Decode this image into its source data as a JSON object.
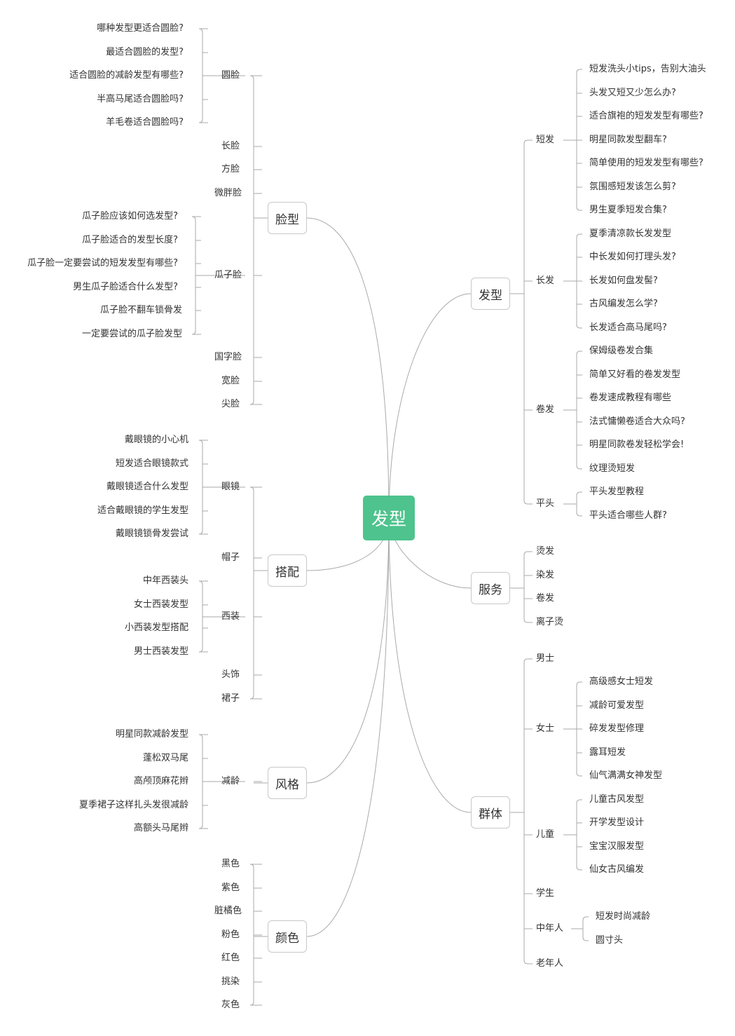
{
  "root": {
    "label": "发型"
  },
  "branches": {
    "face": {
      "label": "脸型",
      "round": {
        "label": "圆脸",
        "items": [
          "哪种发型更适合圆脸?",
          "最适合圆脸的发型?",
          "适合圆脸的减龄发型有哪些?",
          "半高马尾适合圆脸吗?",
          "羊毛卷适合圆脸吗?"
        ]
      },
      "long": "长脸",
      "square": "方脸",
      "chubby": "微胖脸",
      "oval": {
        "label": "瓜子脸",
        "items": [
          "瓜子脸应该如何选发型?",
          "瓜子脸适合的发型长度?",
          "瓜子脸一定要尝试的短发发型有哪些?",
          "男生瓜子脸适合什么发型?",
          "瓜子脸不翻车锁骨发",
          "一定要尝试的瓜子脸发型"
        ]
      },
      "guozi": "国字脸",
      "wide": "宽脸",
      "pointed": "尖脸"
    },
    "match": {
      "label": "搭配",
      "glasses": {
        "label": "眼镜",
        "items": [
          "戴眼镜的小心机",
          "短发适合眼镜款式",
          "戴眼镜适合什么发型",
          "适合戴眼镜的学生发型",
          "戴眼镜锁骨发尝试"
        ]
      },
      "hat": "帽子",
      "suit": {
        "label": "西装",
        "items": [
          "中年西装头",
          "女士西装发型",
          "小西装发型搭配",
          "男士西装发型"
        ]
      },
      "headwear": "头饰",
      "skirt": "裙子"
    },
    "style": {
      "label": "风格",
      "young": {
        "label": "减龄",
        "items": [
          "明星同款减龄发型",
          "蓬松双马尾",
          "高颅顶麻花辫",
          "夏季裙子这样扎头发很减龄",
          "高额头马尾辫"
        ]
      }
    },
    "color": {
      "label": "颜色",
      "items": [
        "黑色",
        "紫色",
        "脏橘色",
        "粉色",
        "红色",
        "挑染",
        "灰色"
      ]
    },
    "hairstyle": {
      "label": "发型",
      "short": {
        "label": "短发",
        "items": [
          "短发洗头小tips，告别大油头",
          "头发又短又少怎么办?",
          "适合旗袍的短发发型有哪些?",
          "明星同款发型翻车?",
          "简单使用的短发发型有哪些?",
          "氛围感短发该怎么剪?",
          "男生夏季短发合集?"
        ]
      },
      "longhair": {
        "label": "长发",
        "items": [
          "夏季清凉款长发发型",
          "中长发如何打理头发?",
          "长发如何盘发髻?",
          "古风编发怎么学?",
          "长发适合高马尾吗?"
        ]
      },
      "curly": {
        "label": "卷发",
        "items": [
          "保姆级卷发合集",
          "简单又好看的卷发发型",
          "卷发速成教程有哪些",
          "法式慵懒卷适合大众吗?",
          "明星同款卷发轻松学会!",
          "纹理烫短发"
        ]
      },
      "flat": {
        "label": "平头",
        "items": [
          "平头发型教程",
          "平头适合哪些人群?"
        ]
      }
    },
    "service": {
      "label": "服务",
      "items": [
        "烫发",
        "染发",
        "卷发",
        "离子烫"
      ]
    },
    "group": {
      "label": "群体",
      "men": "男士",
      "women": {
        "label": "女士",
        "items": [
          "高级感女士短发",
          "减龄可爱发型",
          "碎发发型修理",
          "露耳短发",
          "仙气满满女神发型"
        ]
      },
      "kids": {
        "label": "儿童",
        "items": [
          "儿童古风发型",
          "开学发型设计",
          "宝宝汉服发型",
          "仙女古风编发"
        ]
      },
      "student": "学生",
      "middle": {
        "label": "中年人",
        "items": [
          "短发时尚减龄",
          "圆寸头"
        ]
      },
      "elder": "老年人"
    }
  }
}
